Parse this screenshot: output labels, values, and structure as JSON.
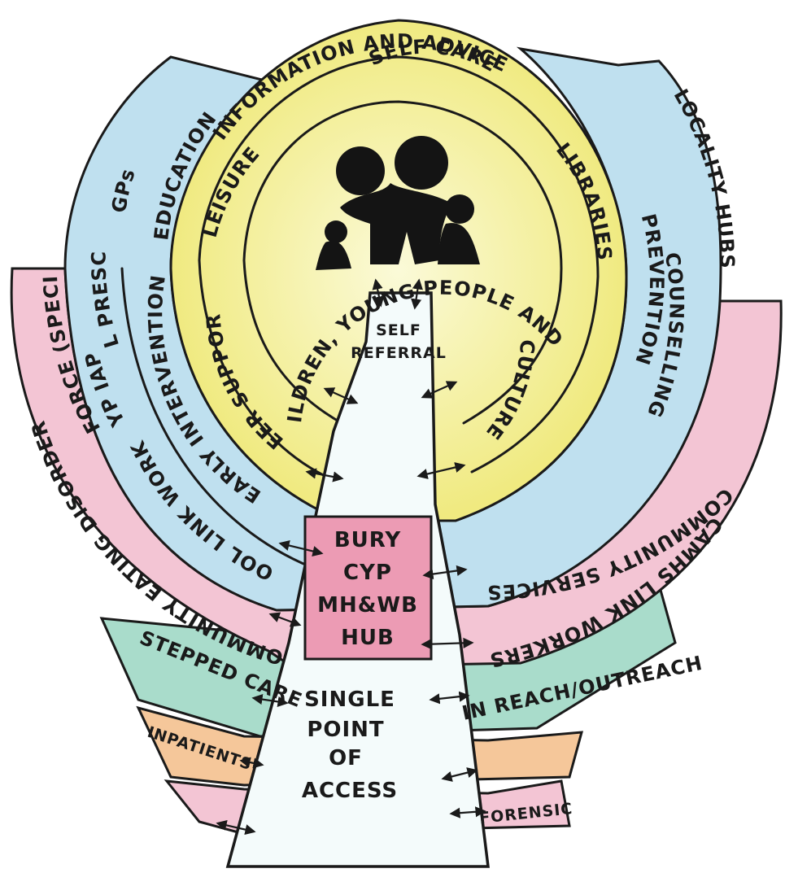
{
  "rings": {
    "info_advice": "INFORMATION AND ADVICE",
    "self_care": "SELF CARE",
    "bury_cyp_families": "BURY CHILDREN, YOUNG PEOPLE AND FAMILIES",
    "locality_hubs": "LOCALITY HUBS",
    "libraries": "LIBRARIES",
    "prevention": "PREVENTION",
    "counselling": "COUNSELLING",
    "community_services": "COMMUNITY SERVICES",
    "camhs_link_workers": "CAMHS LINK WORKERS",
    "culture": "CULTURE",
    "leisure": "LEISURE",
    "education": "EDUCATION",
    "peer_support": "PEER SUPPORT",
    "early_intervention": "EARLY INTERVENTION",
    "gps": "GPs",
    "social_prescribing": "SOCIAL PRESCRIBING",
    "cyp_iapt": "CYP IAPT",
    "workforce_specialist": "WORKFORCE (SPECIALIST)",
    "school_link_workers": "SCHOOL LINK WORKERS",
    "community_eating_disorders": "COMMUNITY EATING DISORDERS",
    "stepped_care": "STEPPED CARE",
    "inpatients": "INPATIENTS",
    "in_reach_outreach": "IN REACH/OUTREACH",
    "forensic": "FORENSIC"
  },
  "path": {
    "self_referral": [
      "SELF",
      "REFERRAL"
    ],
    "hub": [
      "BURY",
      "CYP",
      "MH&WB",
      "HUB"
    ],
    "single_point": [
      "SINGLE",
      "POINT",
      "OF",
      "ACCESS"
    ]
  },
  "colors": {
    "yellow": "#f3ee9a",
    "blue": "#bfe0ef",
    "pink": "#f3c5d4",
    "green": "#a9dccb",
    "orange": "#f5c79a",
    "hub_pink": "#ec9bb4",
    "path_white": "#f4fbfb"
  }
}
